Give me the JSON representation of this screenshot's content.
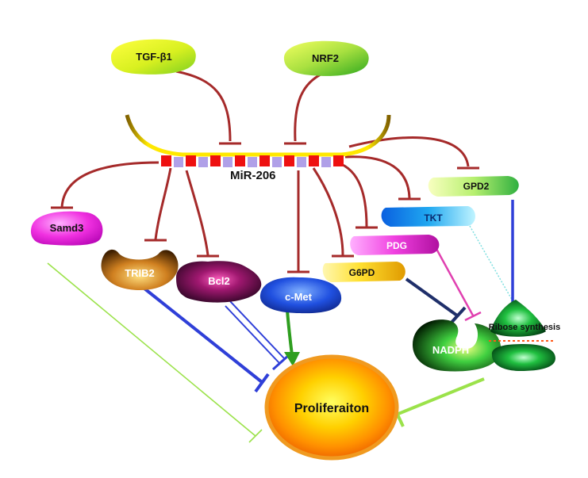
{
  "mirna": {
    "label": "MiR-206"
  },
  "regulators": [
    {
      "id": "tgfb1",
      "label": "TGF-β1"
    },
    {
      "id": "nrf2",
      "label": "NRF2"
    }
  ],
  "targets": [
    {
      "id": "samd3",
      "label": "Samd3"
    },
    {
      "id": "trib2",
      "label": "TRIB2"
    },
    {
      "id": "bcl2",
      "label": "Bcl2"
    },
    {
      "id": "cmet",
      "label": "c-Met"
    },
    {
      "id": "g6pd",
      "label": "G6PD"
    },
    {
      "id": "pdg",
      "label": "PDG"
    },
    {
      "id": "tkt",
      "label": "TKT"
    },
    {
      "id": "gpd2",
      "label": "GPD2"
    }
  ],
  "metabolites": [
    {
      "id": "nadph",
      "label": "NADPH"
    },
    {
      "id": "ribose",
      "label": "Ribose synthesis"
    }
  ],
  "outcome": {
    "label": "Proliferaiton"
  },
  "colors": {
    "inhibit": "#a52a2a",
    "blue": "#2f3fd8",
    "green_arrow": "#2e9e1f",
    "light_green": "#9be24a",
    "navy": "#1f2f6a",
    "magenta": "#e040b0",
    "cyan": "#7fdfe0"
  }
}
